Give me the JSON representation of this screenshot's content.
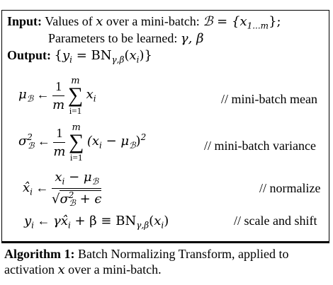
{
  "algorithm": {
    "input_label": "Input:",
    "input_text_1": "Values of",
    "input_text_2": "over a mini-batch:",
    "input_var": "x",
    "batch_set": "ℬ = {x",
    "batch_sub": "1...m",
    "batch_close": "};",
    "params_text": "Parameters to be learned:",
    "params_vars": "γ, β",
    "output_label": "Output:",
    "output_expr_open": "{y",
    "output_expr_i": "i",
    "output_eq": " = BN",
    "output_bn_sub": "γ,β",
    "output_arg": "(x",
    "output_arg_i": "i",
    "output_close": ")}",
    "steps": [
      {
        "lhs": "μ",
        "lhs_sub": "ℬ",
        "arrow": "←",
        "frac_num": "1",
        "frac_den": "m",
        "sum_top": "m",
        "sum_bot": "i=1",
        "body": "x",
        "body_sub": "i",
        "comment": "// mini-batch mean"
      },
      {
        "lhs": "σ",
        "lhs_sup": "2",
        "lhs_sub": "ℬ",
        "arrow": "←",
        "frac_num": "1",
        "frac_den": "m",
        "sum_top": "m",
        "sum_bot": "i=1",
        "body": "(x",
        "body_sub": "i",
        "body_rest": " − μ",
        "body_rest_sub": "ℬ",
        "body_close": ")",
        "body_sup": "2",
        "comment": "// mini-batch variance"
      },
      {
        "lhs": "x̂",
        "lhs_sub": "i",
        "arrow": "←",
        "num": "x",
        "num_sub": "i",
        "num_rest": " − μ",
        "num_rest_sub": "ℬ",
        "den_sigma": "σ",
        "den_sup": "2",
        "den_sub": "ℬ",
        "den_rest": " + ϵ",
        "comment": "// normalize"
      },
      {
        "lhs": "y",
        "lhs_sub": "i",
        "arrow": "←",
        "rhs": "γx̂",
        "rhs_sub": "i",
        "rhs_rest": " + β ≡ BN",
        "rhs_bn_sub": "γ,β",
        "rhs_arg": "(x",
        "rhs_arg_sub": "i",
        "rhs_close": ")",
        "comment": "// scale and shift"
      }
    ]
  },
  "caption": {
    "label": "Algorithm 1:",
    "text_1": "Batch Normalizing Transform, applied to activation",
    "var": "x",
    "text_2": "over a mini-batch."
  }
}
